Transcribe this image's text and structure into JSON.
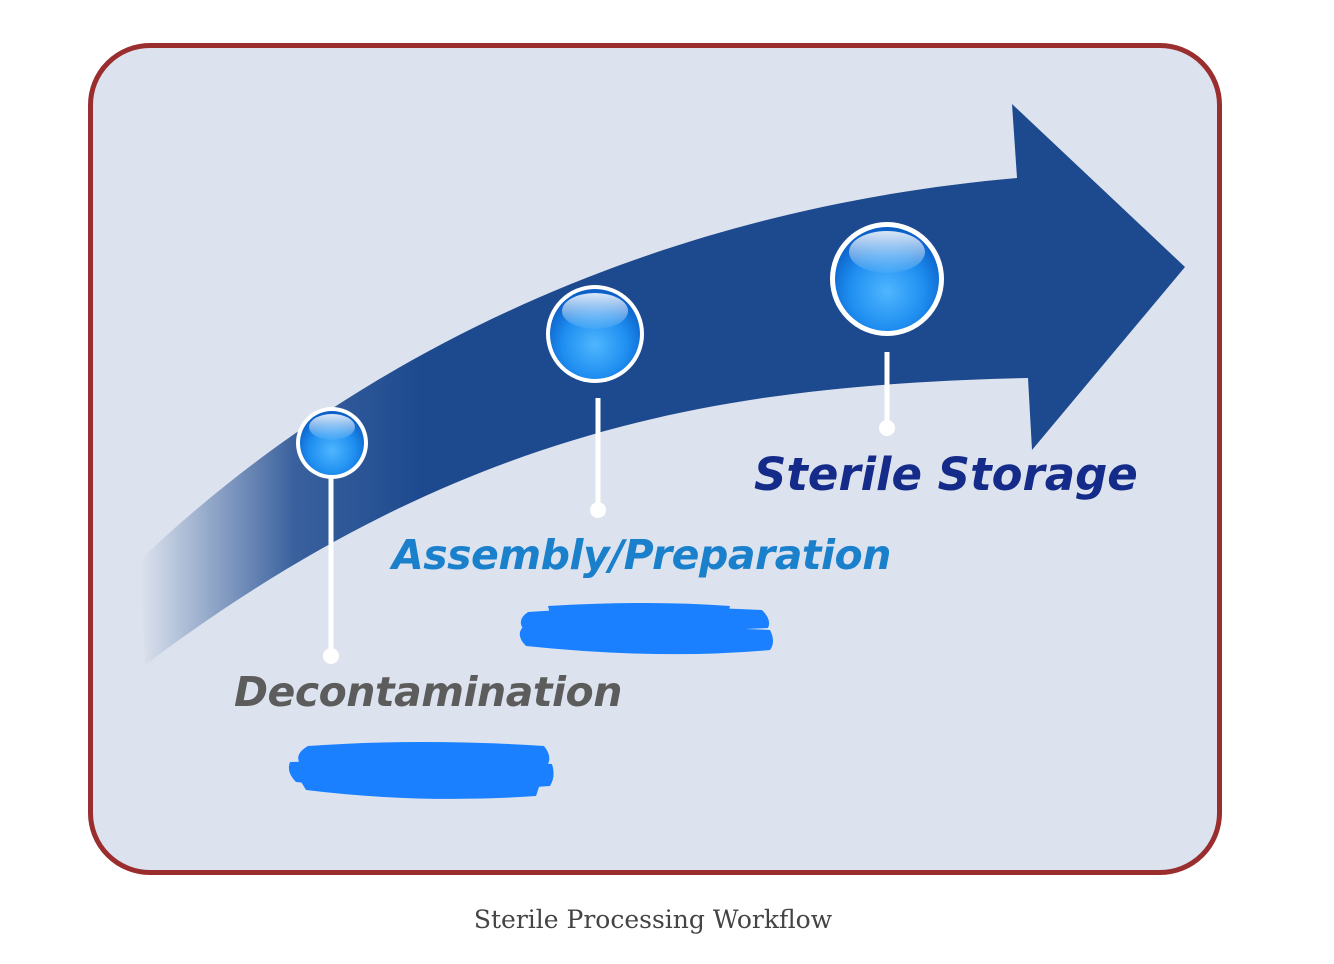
{
  "diagram": {
    "stages": [
      {
        "label": "Decontamination",
        "color": "#5c5c5c"
      },
      {
        "label": "Assembly/Preparation",
        "color": "#1a80cc"
      },
      {
        "label": "Sterile Storage",
        "color": "#142b8a"
      }
    ],
    "arrow_color": "#1d4a8f",
    "node_color": "#1f8ef0",
    "frame_border_color": "#9a2e2e",
    "frame_background": "#dde3ee",
    "redaction_color": "#1a80ff"
  },
  "caption": "Sterile Processing Workflow"
}
